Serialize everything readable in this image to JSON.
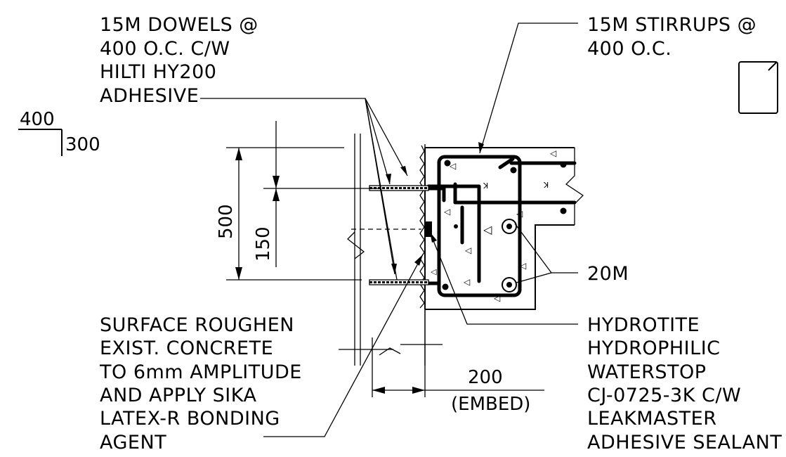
{
  "notes": {
    "dowels": [
      "15M DOWELS @",
      "400 O.C. C/W",
      "HILTI HY200",
      "ADHESIVE"
    ],
    "stirrups": [
      "15M STIRRUPS @",
      "400 O.C."
    ],
    "bars": "20M",
    "surface": [
      "SURFACE ROUGHEN",
      "EXIST. CONCRETE",
      "TO 6mm AMPLITUDE",
      "AND APPLY SIKA",
      "LATEX-R BONDING",
      "AGENT"
    ],
    "waterstop": [
      "HYDROTITE",
      "HYDROPHILIC",
      "WATERSTOP",
      "CJ-0725-3K C/W",
      "LEAKMASTER",
      "ADHESIVE SEALANT"
    ]
  },
  "section_size": {
    "width": "400",
    "height": "300"
  },
  "dimensions": {
    "overall": "500",
    "offset": "150",
    "embed": "200",
    "embed_note": "(EMBED)"
  }
}
